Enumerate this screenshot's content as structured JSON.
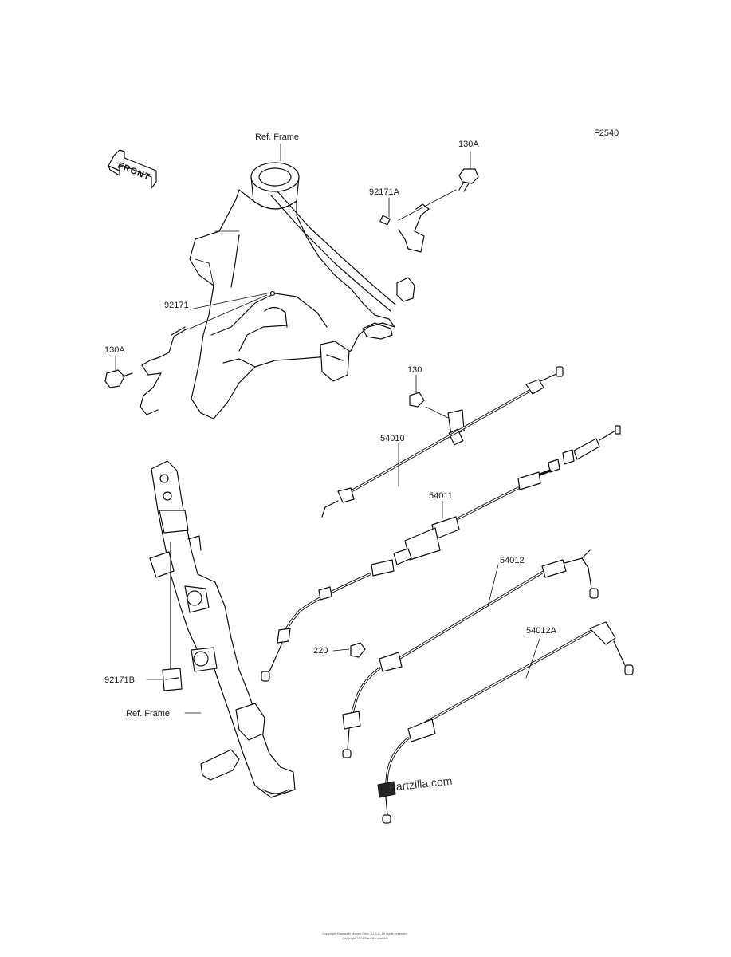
{
  "diagram_code": "F2540",
  "front_arrow": "FRONT",
  "labels": {
    "ref_frame_top": "Ref. Frame",
    "ref_frame_bottom": "Ref. Frame",
    "p130A_top": "130A",
    "p130A_left": "130A",
    "p130": "130",
    "p92171A": "92171A",
    "p92171": "92171",
    "p92171B": "92171B",
    "p54010": "54010",
    "p54011": "54011",
    "p54012": "54012",
    "p54012A": "54012A",
    "p220": "220"
  },
  "watermark": "Partzilla.com",
  "copyright_line1": "Copyright Kawasaki Motors Corp., U.S.A. All rights reserved.",
  "copyright_line2": "Copyright 2024 Partzilla.com Inc"
}
